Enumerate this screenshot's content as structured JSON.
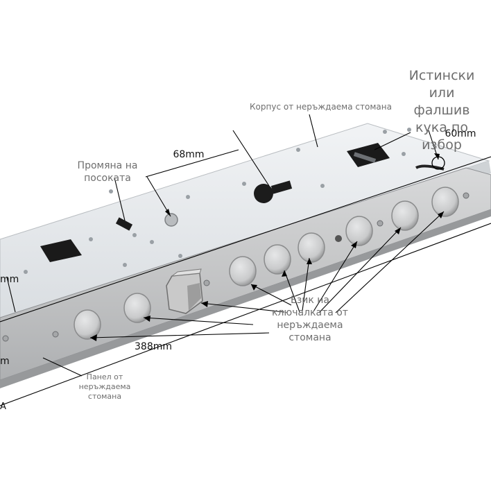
{
  "photo": {
    "colors": {
      "background": "#ffffff",
      "body_steel": "#e4e7ea",
      "faceplate": "#c5c6c7",
      "bolt": "#d3d4d5",
      "annotation": "#000000",
      "label_gray": "#6e6e6e"
    }
  },
  "labels": {
    "body_label": "Корпус от неръждаема стомана",
    "true_false_hook": "Истински или фалшив кука по избор",
    "dim_60": "60mm",
    "dim_68": "68mm",
    "direction_change": "Промяна на посоката",
    "dim_left_top": "mm",
    "bolts_label": "Език на ключалката от неръждаема стомана",
    "dim_388": "388mm",
    "dim_left_bottom": "m",
    "panel_label": "Панел от неръждаема стомана",
    "edge_letter": "A"
  }
}
